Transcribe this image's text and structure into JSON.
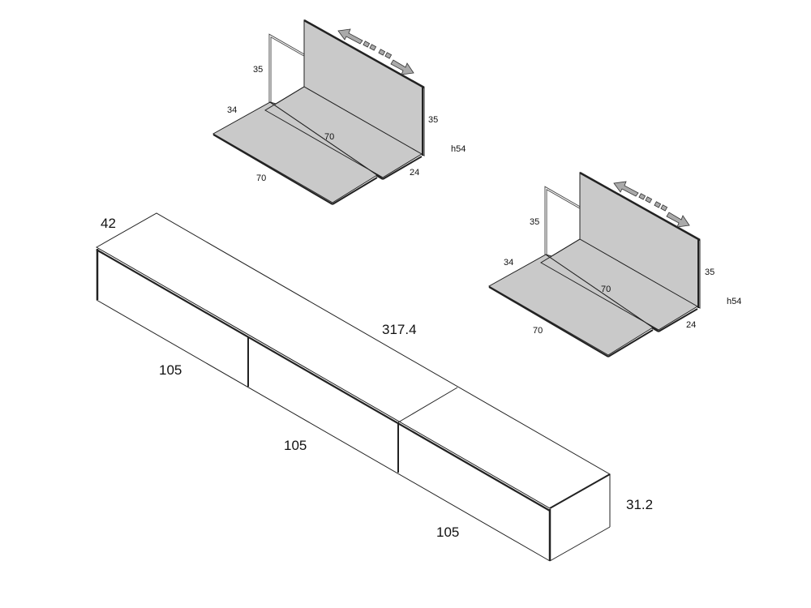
{
  "colors": {
    "panel_fill": "#c9c9c9",
    "line": "#222222",
    "background": "#ffffff"
  },
  "shelf_units": [
    {
      "frame_height": "35",
      "shelf_depth": "34",
      "upper_shelf_width": "70",
      "lower_shelf_width": "70",
      "back_height": "35",
      "side_depth": "24",
      "total_height": "h54",
      "icon": "sliding-arrow-icon"
    },
    {
      "frame_height": "35",
      "shelf_depth": "34",
      "upper_shelf_width": "70",
      "lower_shelf_width": "70",
      "back_height": "35",
      "side_depth": "24",
      "total_height": "h54",
      "icon": "sliding-arrow-icon"
    }
  ],
  "cabinet": {
    "depth": "42",
    "total_width": "317.4",
    "module_widths": [
      "105",
      "105",
      "105"
    ],
    "height": "31.2"
  }
}
